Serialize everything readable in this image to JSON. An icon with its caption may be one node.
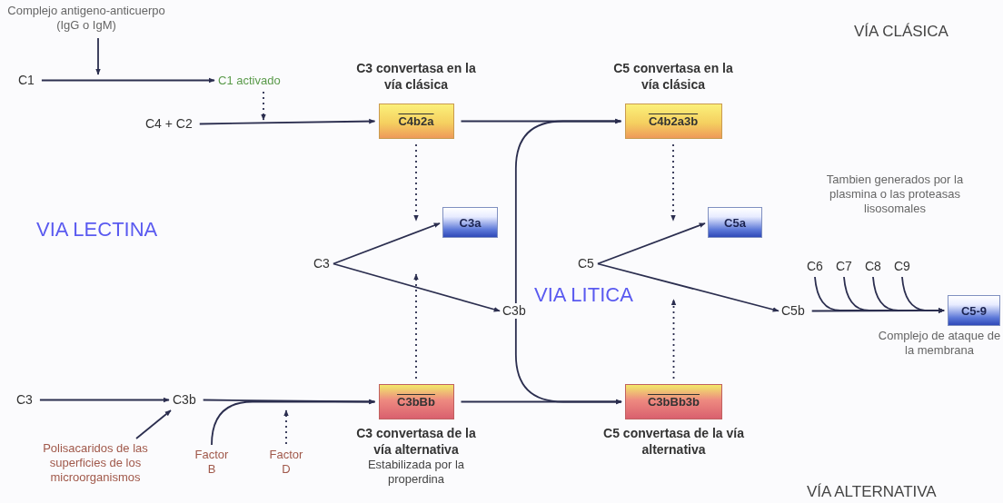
{
  "diagram": {
    "nodes": [
      {
        "text": [
          "Complejo antigeno-anticuerpo (IgG o IgM)"
        ]
      },
      {
        "text": [
          "C1"
        ]
      },
      {
        "text": [
          "C1 activado"
        ]
      },
      {
        "text": [
          "C4 + C2"
        ]
      },
      {
        "text": [
          "C3 convertasa en la vía clásica",
          "C4b2a"
        ]
      },
      {
        "text": [
          "C3a"
        ]
      },
      {
        "text": [
          "C3"
        ]
      },
      {
        "text": [
          "C3b"
        ]
      },
      {
        "text": [
          "C5 convertasa en la vía clásica",
          "C4b2a3b"
        ]
      },
      {
        "text": [
          "C5a"
        ]
      },
      {
        "text": [
          "C5"
        ]
      },
      {
        "text": [
          "C5b"
        ]
      },
      {
        "text": [
          "C5-9"
        ],
        "beside": [
          "Complejo de ataque de la membrana"
        ]
      },
      {
        "text": [
          "C6"
        ]
      },
      {
        "text": [
          "C7"
        ]
      },
      {
        "text": [
          "C8"
        ]
      },
      {
        "text": [
          "C9"
        ]
      },
      {
        "text": [
          "C3"
        ]
      },
      {
        "text": [
          "C3b"
        ]
      },
      {
        "text": [
          "Polisacaridos de las superficies de los microorganismos"
        ]
      },
      {
        "text": [
          "Factor B"
        ]
      },
      {
        "text": [
          "Factor D"
        ]
      },
      {
        "text": [
          "C3bBb",
          "C3 convertasa de la vía alternativa",
          "Estabilizada por la properdina"
        ]
      },
      {
        "text": [
          "C3bBb3b",
          "C5 convertasa de la vía alternativa"
        ]
      },
      {
        "text": [
          "Tambien generados por la plasmina o las proteasas lisosomales"
        ]
      }
    ],
    "edges": [
      {
        "from": 0,
        "to": null,
        "arrow": "to"
      },
      {
        "from": 1,
        "to": 2,
        "arrow": "to"
      },
      {
        "from": 2,
        "to": null,
        "arrow": "to",
        "style": "dashed"
      },
      {
        "from": 3,
        "to": 4,
        "arrow": "to"
      },
      {
        "from": 4,
        "to": 8,
        "arrow": "to"
      },
      {
        "from": 4,
        "to": 5,
        "arrow": "to",
        "style": "dashed"
      },
      {
        "from": 6,
        "to": 5,
        "arrow": "to"
      },
      {
        "from": 6,
        "to": 7,
        "arrow": "to"
      },
      {
        "from": 7,
        "to": 8,
        "arrow": "to"
      },
      {
        "from": 7,
        "to": 23,
        "arrow": "to"
      },
      {
        "from": 8,
        "to": 9,
        "arrow": "to",
        "style": "dashed"
      },
      {
        "from": 10,
        "to": 9,
        "arrow": "to"
      },
      {
        "from": 10,
        "to": 11,
        "arrow": "to"
      },
      {
        "from": 11,
        "to": 12,
        "arrow": "to"
      },
      {
        "from": 13,
        "to": 12,
        "arrow": "to"
      },
      {
        "from": 14,
        "to": 12,
        "arrow": "to"
      },
      {
        "from": 15,
        "to": 12,
        "arrow": "to"
      },
      {
        "from": 16,
        "to": 12,
        "arrow": "to"
      },
      {
        "from": 17,
        "to": 18,
        "arrow": "to"
      },
      {
        "from": 19,
        "to": 18,
        "arrow": "to"
      },
      {
        "from": 18,
        "to": 22,
        "arrow": "to"
      },
      {
        "from": 20,
        "to": 22,
        "arrow": "to"
      },
      {
        "from": 21,
        "to": null,
        "arrow": "to",
        "style": "dashed"
      },
      {
        "from": 22,
        "to": null,
        "arrow": "to",
        "style": "dashed"
      },
      {
        "from": 22,
        "to": 23,
        "arrow": "to"
      },
      {
        "from": 23,
        "to": null,
        "arrow": "to",
        "style": "dashed"
      }
    ],
    "labels": [
      "VÍA CLÁSICA",
      "VIA LECTINA",
      "VIA LITICA",
      "VÍA ALTERNATIVA"
    ]
  }
}
